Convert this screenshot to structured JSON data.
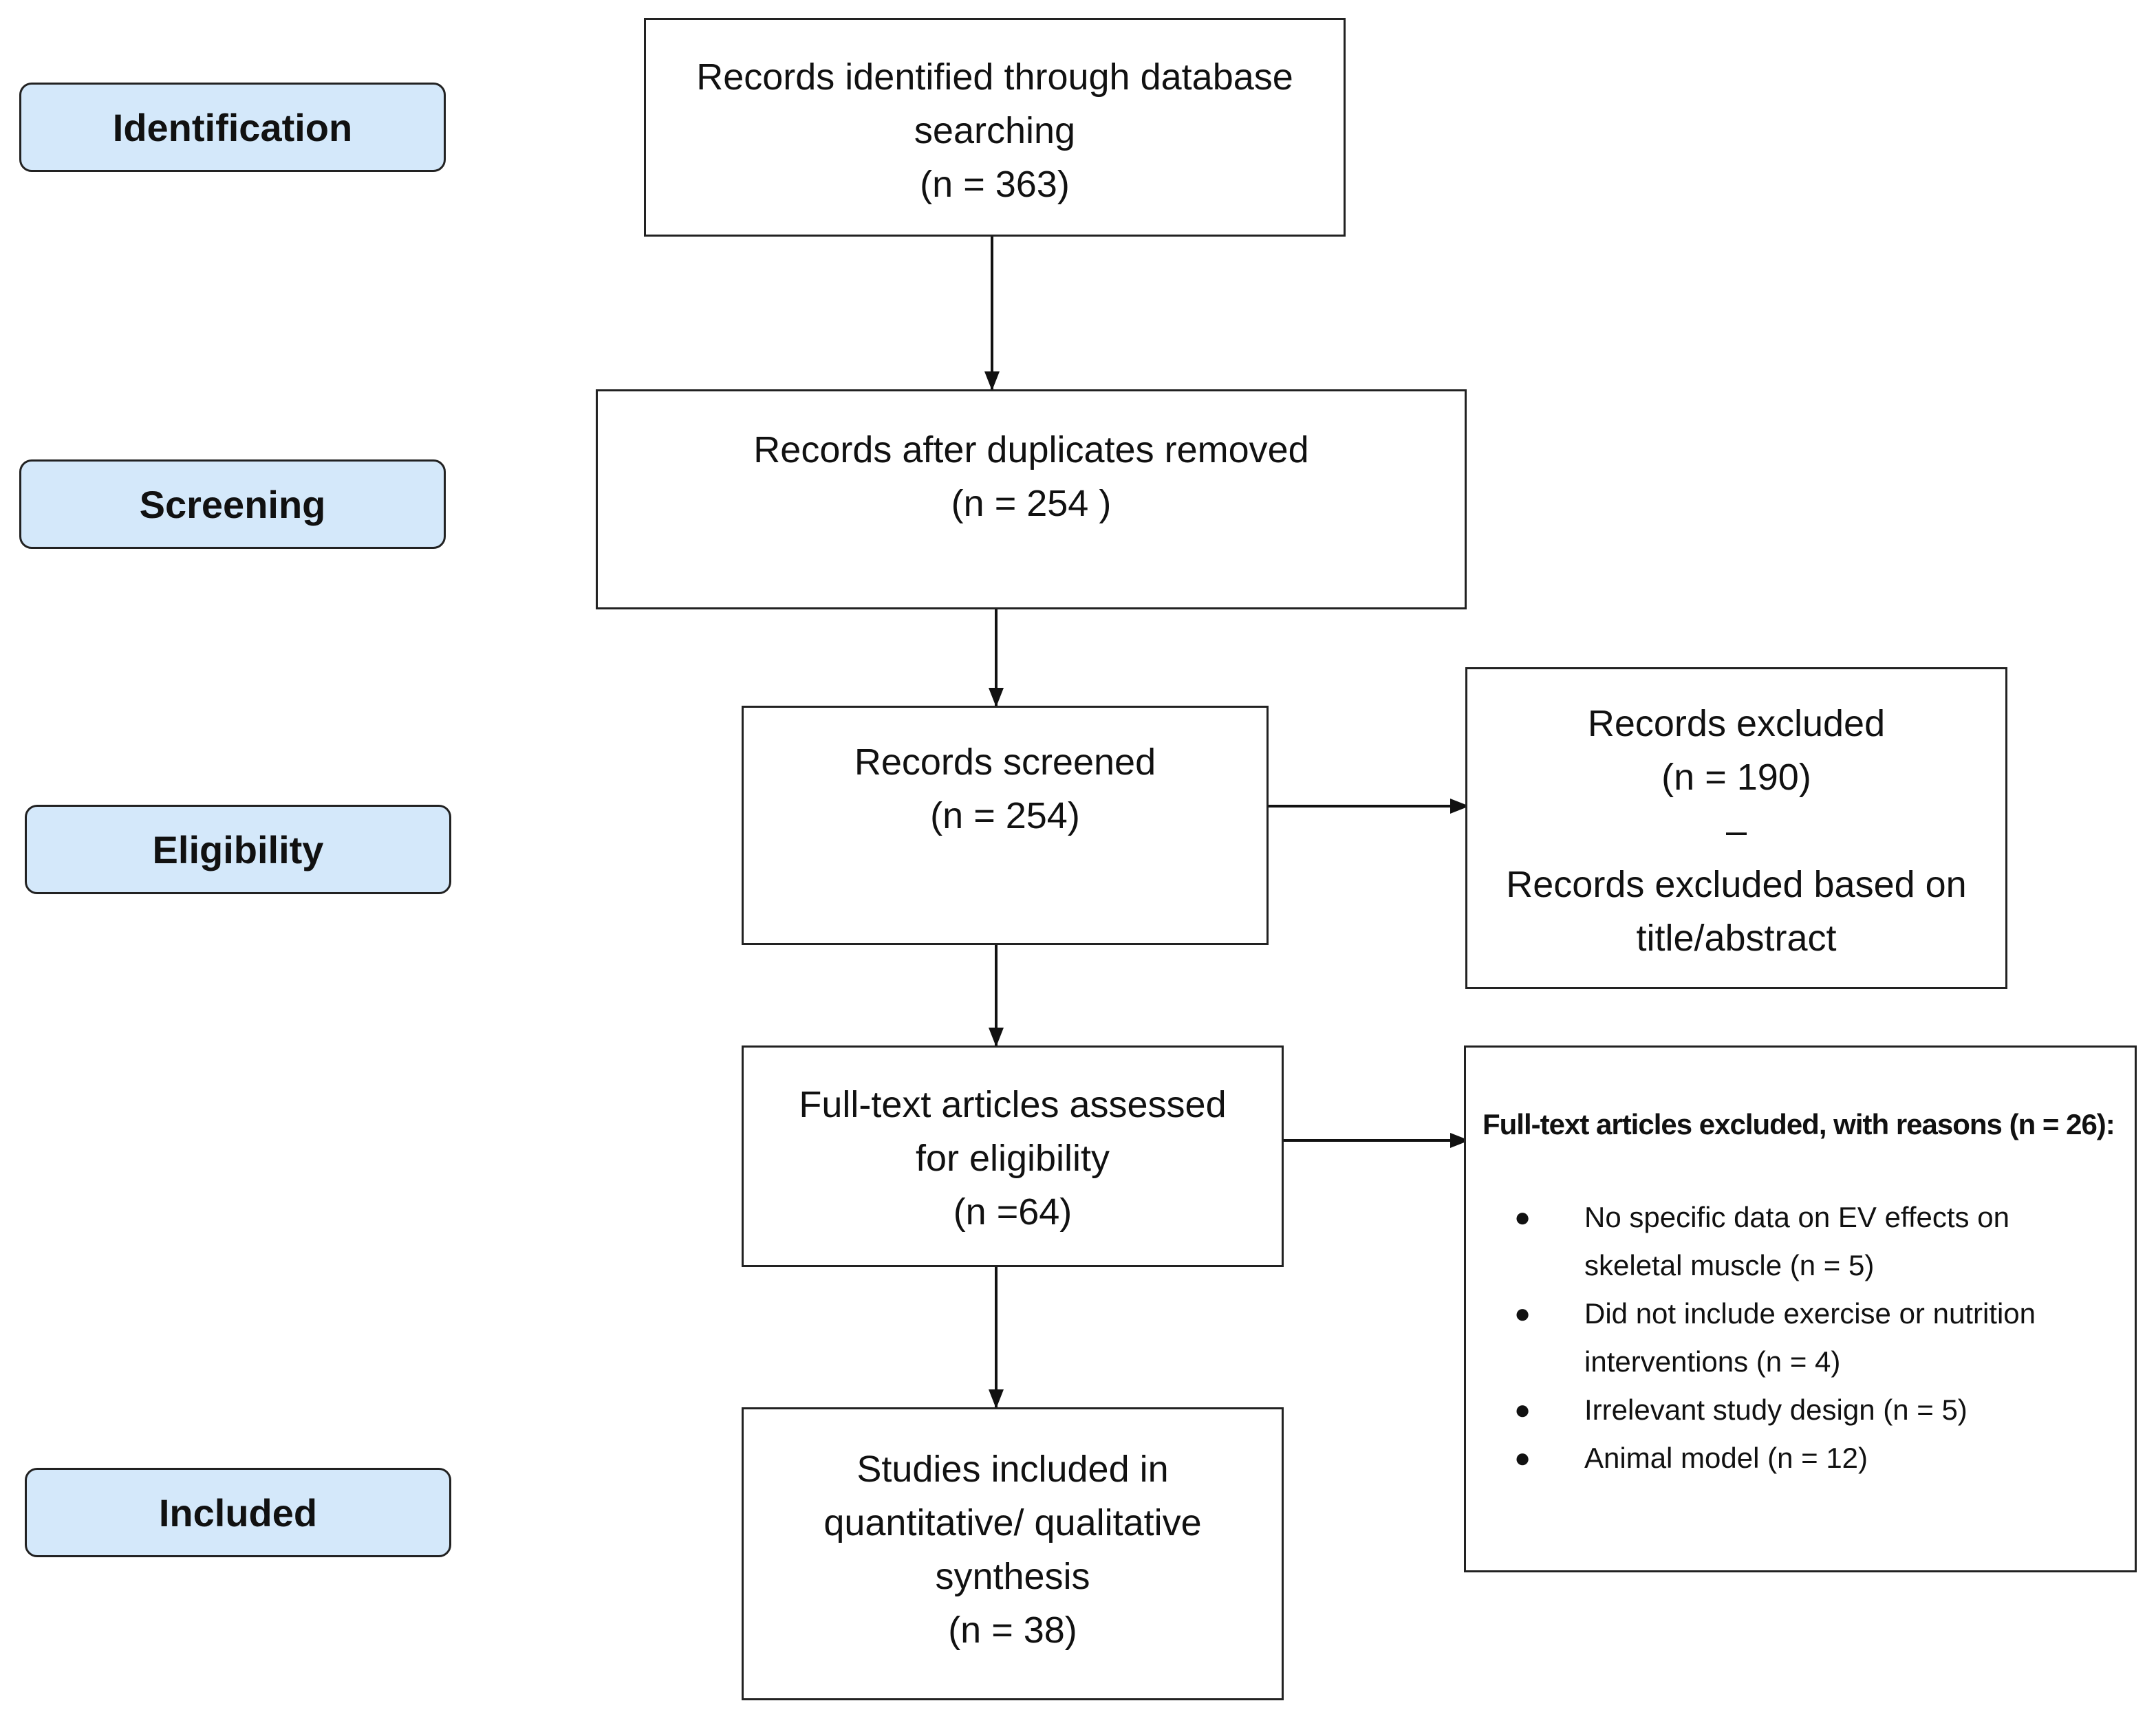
{
  "colors": {
    "stage_fill": "#d4e8fa",
    "border": "#222222",
    "text": "#111111",
    "background": "#ffffff"
  },
  "stages": {
    "identification": "Identification",
    "screening": "Screening",
    "eligibility": "Eligibility",
    "included": "Included"
  },
  "boxes": {
    "identified": {
      "lines": [
        "Records identified through database",
        "searching",
        "(n = 363)"
      ]
    },
    "after_duplicates": {
      "lines": [
        "Records after duplicates removed",
        "(n = 254 )"
      ]
    },
    "screened": {
      "lines": [
        "Records screened",
        "(n = 254)"
      ]
    },
    "excluded": {
      "lines": [
        "Records excluded",
        "(n = 190)",
        "–",
        "Records excluded based on",
        "title/abstract"
      ]
    },
    "full_text": {
      "lines": [
        "Full-text articles assessed",
        "for eligibility",
        "(n =64)"
      ]
    },
    "included": {
      "lines": [
        "Studies included in",
        "quantitative/ qualitative",
        "synthesis",
        "(n = 38)"
      ]
    }
  },
  "full_text_excluded": {
    "title": "Full-text articles excluded, with reasons (n = 26):",
    "bullet": "●",
    "reasons": [
      "No specific data on EV effects on skeletal muscle (n = 5)",
      "Did not include exercise or nutrition interventions (n = 4)",
      "Irrelevant study design (n = 5)",
      "Animal model (n = 12)"
    ]
  }
}
